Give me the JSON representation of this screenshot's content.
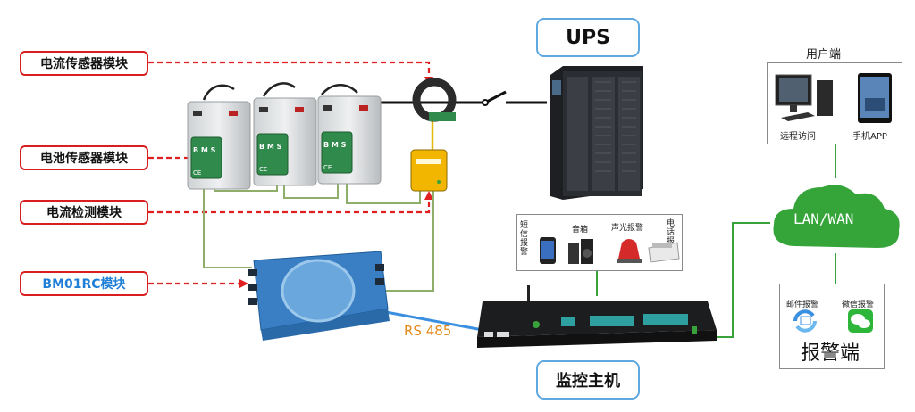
{
  "labels": {
    "current_sensor": "电流传感器模块",
    "battery_sensor": "电池传感器模块",
    "current_detect": "电流检测模块",
    "bm01rc": "BM01RC模块"
  },
  "ups": {
    "title": "UPS"
  },
  "monitor_host": {
    "title": "监控主机"
  },
  "rs485": "RS 485",
  "bms": {
    "text": "B M S",
    "ce": "CE"
  },
  "user_side": {
    "title": "用户端",
    "remote": "远程访问",
    "app": "手机APP"
  },
  "network": {
    "label": "LAN/WAN"
  },
  "alarm_devices": {
    "sms": "短信报警",
    "speaker": "音箱",
    "light": "声光报警",
    "phone": "电话报警"
  },
  "alarm_side": {
    "email": "邮件报警",
    "wechat": "微信报警",
    "title": "报警端"
  },
  "colors": {
    "red_dashed": "#e02020",
    "green_line": "#3aa23a",
    "blue_line": "#3b8fe0",
    "olive_line": "#8fae6a",
    "orange_text": "#e38a1a"
  }
}
